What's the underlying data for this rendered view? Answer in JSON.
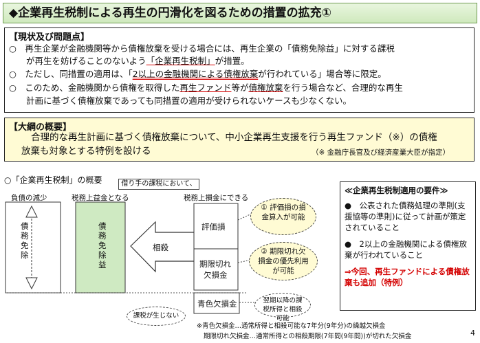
{
  "title": "◆企業再生税制による再生の円滑化を図るための措置の拡充①",
  "current": {
    "heading": "【現状及び問題点】",
    "b1_l1a": "○　再生企業が金融機関等から債権放棄を受ける場合には、再生企業の「債務免除益」に対する課税",
    "b1_l2a": "　　が再生を妨げることのないよう",
    "b1_l2b": "「企業再生税制」",
    "b1_l2c": "が措置。",
    "b2_a": "○　ただし、同措置の適用は、「",
    "b2_b": "2以上の金融機関による債権放棄",
    "b2_c": "が行われている」場合等に限定。",
    "b3_l1a": "○　このため、金融機関から債権を取得した",
    "b3_l1b": "再生ファンド",
    "b3_l1c": "等が",
    "b3_l1d": "債権放棄",
    "b3_l1e": "を行う場合など、合理的な再生",
    "b3_l2": "　　計画に基づく債権放棄であっても同措置の適用が受けられないケースも少なくない。"
  },
  "outline": {
    "heading": "【大綱の概要】",
    "line1": "合理的な再生計画に基づく債権放棄について、中小企業再生支援を行う再生ファンド（※）の債権",
    "line2": "放棄も対象とする特例を設ける",
    "note": "（※ 金融庁長官及び経済産業大臣が指定）"
  },
  "diagram": {
    "title": "○「企業再生税制」の概要",
    "borrower_note": "借り手の課税において、",
    "col_debt_reduction": "負債の減少",
    "col_taxable_gain": "税務上益金となる",
    "col_deductible": "税務上損金にできる",
    "debt_forgiveness": "債務免除",
    "debt_forgiveness_gain": "債務免除益",
    "offset": "相殺",
    "valuation_loss": "評価損",
    "expired_loss_1": "期限切れ",
    "expired_loss_2": "欠損金",
    "blue_loss": "青色欠損金",
    "bubble1": "① 評価損の損金算入が可能",
    "bubble2": "② 期限切れ欠損金の優先利用が可能",
    "bubble3": "翌期以降の課税所得と相殺可能",
    "bubble4": "課税が生じない"
  },
  "requirements": {
    "title": "≪企業再生税制適用の要件≫",
    "r1": "●　公表された債務処理の準則(支援協等の準則)に従って計画が策定されていること",
    "r2": "●　2以上の金融機関による債権放棄が行われていること",
    "r3": "⇒今回、再生ファンドによる債権放棄も追加（特例）"
  },
  "footnotes": {
    "f1": "※青色欠損金…通常所得と相殺可能な7年分(9年分)の繰越欠損金",
    "f2": "期限切れ欠損金…通常所得との相殺期限(7年間(9年間))が切れた欠損金"
  },
  "page_number": "4"
}
